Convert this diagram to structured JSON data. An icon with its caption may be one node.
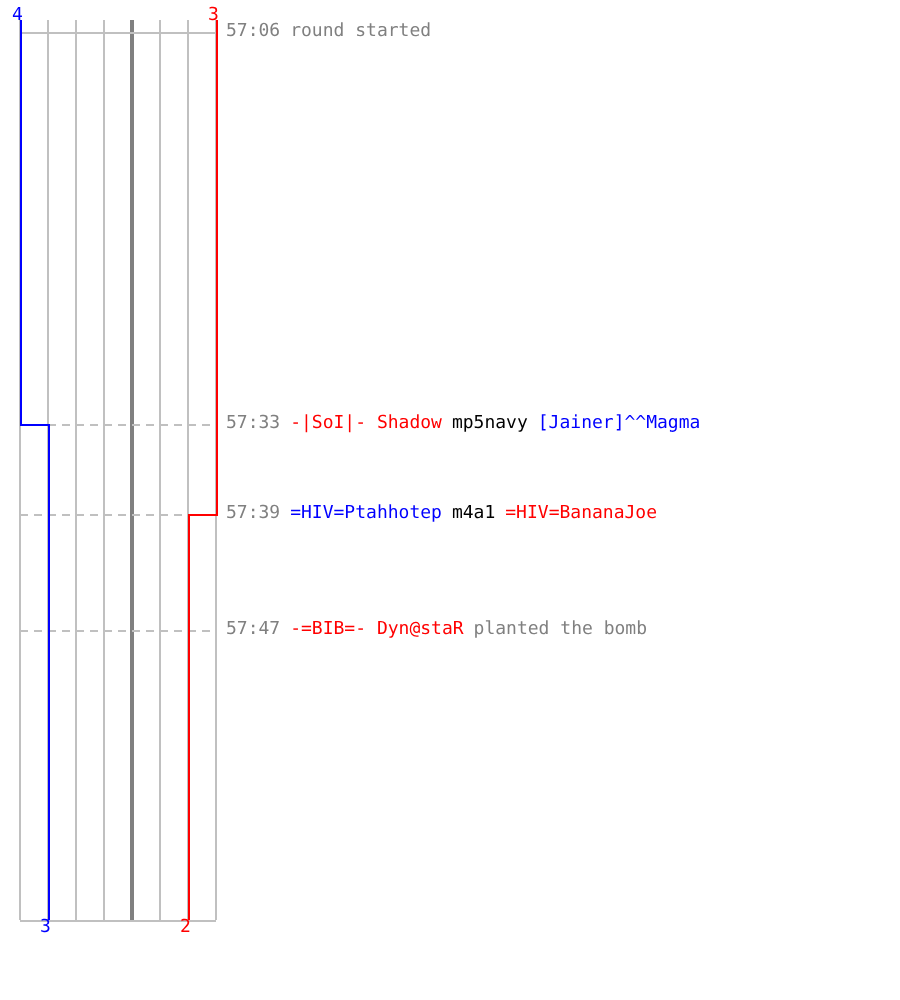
{
  "diagram": {
    "labels": [
      "4",
      "3",
      "57:06",
      "round started",
      "57:33",
      "-|SoI|- Shadow",
      "mp5navy",
      "[Jainer]^^Magma",
      "57:39",
      "=HIV=Ptahhotep",
      "m4a1",
      "=HIV=BananaJoe",
      "57:47",
      "-=BIB=- Dyn@staR",
      "planted the bomb",
      "3",
      "2"
    ]
  }
}
